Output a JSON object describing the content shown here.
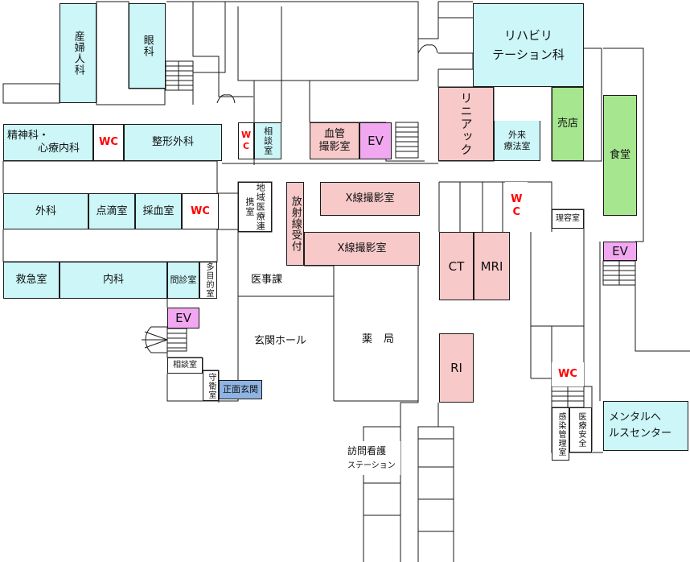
{
  "rooms": {
    "sanfujinka": "産婦人科",
    "ganka": "眼科",
    "rehab_line1": "リハビリ",
    "rehab_line2": "テーション科",
    "linac": "リニアック",
    "gairai_line1": "外来",
    "gairai_line2": "療法室",
    "baiten": "売店",
    "shokudo": "食堂",
    "seishin_line1": "精神科・",
    "seishin_line2": "心療内科",
    "seikei": "整形外科",
    "soudan_top": "相談室",
    "kekkan_line1": "血管",
    "kekkan_line2": "撮影室",
    "geka": "外科",
    "tenteki": "点滴室",
    "saiketsu": "採血室",
    "chiiki": "地域医療連携室",
    "housha": "放射線受付",
    "xray1": "X線撮影室",
    "xray2": "X線撮影室",
    "rihatsu": "理容室",
    "kyukyu": "救急室",
    "naika": "内科",
    "mondan": "問診室",
    "tamokuteki": "多目的室",
    "ijika": "医事課",
    "ct": "CT",
    "mri": "MRI",
    "genkan_hall": "玄関ホール",
    "yakkyoku": "薬局",
    "ri": "RI",
    "soudan_bottom": "相談室",
    "shuei": "守衛室",
    "shomen": "正面玄関",
    "kansen": "感染管理室",
    "iryo_anzen": "医療安全",
    "mental_line1": "メンタルへ",
    "mental_line2": "ルスセンター",
    "houmon_line1": "訪問看護",
    "houmon_line2": "ステーション"
  },
  "facilities": {
    "wc": "WC",
    "ev": "EV"
  },
  "colors": {
    "clinic": "#ccf6f8",
    "radiology": "#f8c9c9",
    "elevator": "#f2a8f0",
    "shop": "#a6e68e",
    "entrance": "#8fb4e3",
    "restroom_text": "#ff0000"
  }
}
